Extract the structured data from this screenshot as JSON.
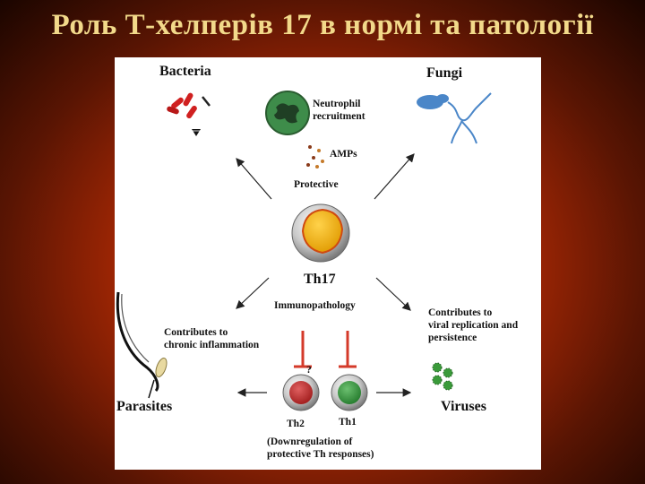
{
  "slide": {
    "title": "Роль Т-хелперів 17 в нормі та патології"
  },
  "diagram": {
    "center": "Th17",
    "bacteria": "Bacteria",
    "fungi": "Fungi",
    "parasites": "Parasites",
    "viruses": "Viruses",
    "neutrophil_line1": "Neutrophil",
    "neutrophil_line2": "recruitment",
    "amps": "AMPs",
    "protective": "Protective",
    "immunopathology": "Immunopathology",
    "chronic_line1": "Contributes to",
    "chronic_line2": "chronic inflammation",
    "viral_line1": "Contributes to",
    "viral_line2": "viral replication and",
    "viral_line3": "persistence",
    "question": "?",
    "th2": "Th2",
    "th1": "Th1",
    "downreg_line1": "(Downregulation of",
    "downreg_line2": "protective Th responses)"
  },
  "colors": {
    "th17_core": "#e7b400",
    "th2_core": "#c0282c",
    "th1_core": "#2e8a3a",
    "inhibit": "#d43a2a",
    "fungi": "#4a86c8",
    "bacteria": "#d02020"
  }
}
